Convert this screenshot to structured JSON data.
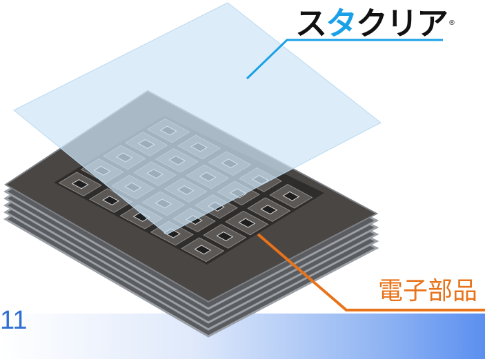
{
  "brand": {
    "name_part1": "ス",
    "name_accent": "タ",
    "name_part2": "クリア",
    "registered_mark": "®",
    "accent_color": "#1aa0e6",
    "line_color": "#1aa0e6"
  },
  "callout": {
    "label": "電子部品",
    "color": "#e8731a"
  },
  "page_number": "11",
  "colors": {
    "film": "#cfe6f6",
    "board_top": "#4a4644",
    "board_edge": "#8a8f94",
    "bar_end": "#5b8ff0"
  }
}
